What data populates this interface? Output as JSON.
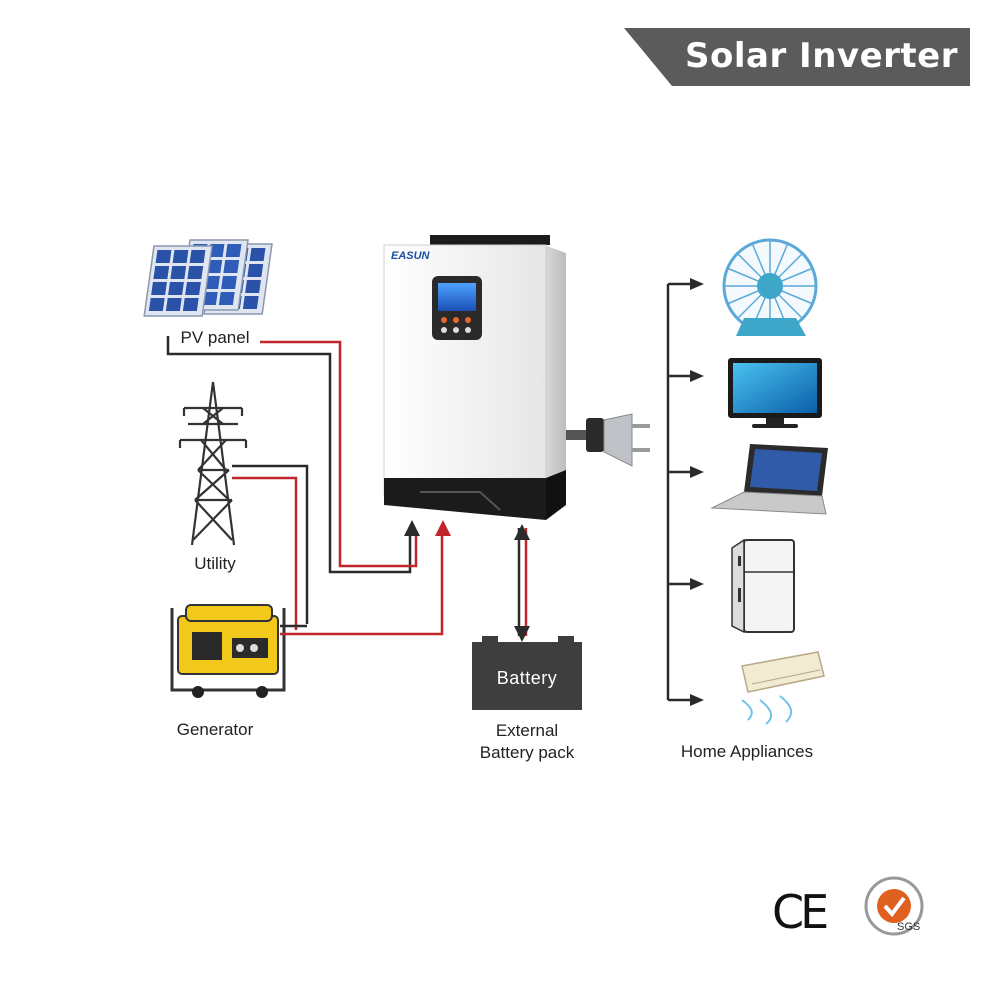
{
  "banner": {
    "title": "Solar Inverter"
  },
  "sources": {
    "pv_panel": "PV panel",
    "utility": "Utility",
    "generator": "Generator"
  },
  "inverter": {
    "brand": "EASUN"
  },
  "battery": {
    "box_label": "Battery",
    "caption_line1": "External",
    "caption_line2": "Battery pack"
  },
  "appliances": {
    "caption": "Home Appliances",
    "items": [
      "fan-icon",
      "tv-icon",
      "laptop-icon",
      "fridge-icon",
      "air-conditioner-icon"
    ]
  },
  "certifications": {
    "ce": "CE",
    "sgs": "SGS"
  },
  "colors": {
    "banner": "#5b5b5b",
    "wire_dark": "#2b2b2b",
    "wire_red": "#c0262b",
    "panel_blue": "#2952a8",
    "inverter_body": "#f4f4f4",
    "inverter_base": "#1b1b1b",
    "battery": "#3e3e3e",
    "generator_yellow": "#f2c81b"
  }
}
